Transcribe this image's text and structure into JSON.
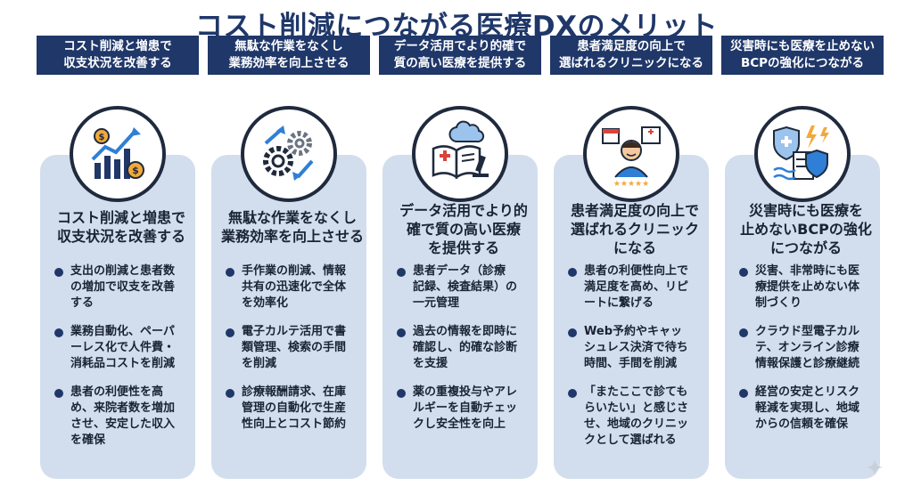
{
  "title": "コスト削減につながる医療DXのメリット",
  "colors": {
    "header_bg": "#1f3769",
    "card_bg": "#d2deed",
    "bullet": "#1f3769"
  },
  "columns": [
    {
      "header": "コスト削減と増患で\n収支状況を改善する",
      "icon": "finance-growth-icon",
      "card_title": "コスト削減と増患で\n収支状況を改善する",
      "bullets": [
        "支出の削減と患者数\nの増加で収支を改善\nする",
        "業務自動化、ペーパ\nーレス化で人件費・\n消耗品コストを削減",
        "患者の利便性を高\nめ、来院者数を増加\nさせ、安定した収入\nを確保"
      ]
    },
    {
      "header": "無駄な作業をなくし\n業務効率を向上させる",
      "icon": "gears-icon",
      "card_title": "無駄な作業をなくし\n業務効率を向上させる",
      "bullets": [
        "手作業の削減、情報\n共有の迅速化で全体\nを効率化",
        "電子カルテ活用で書\n類管理、検索の手間\nを削減",
        "診療報酬請求、在庫\n管理の自動化で生産\n性向上とコスト節約"
      ]
    },
    {
      "header": "データ活用でより的確で\n質の高い医療を提供する",
      "icon": "medical-data-icon",
      "card_title": "データ活用でより的\n確で質の高い医療\nを提供する",
      "bullets": [
        "患者データ（診療\n記録、検査結果）の\n一元管理",
        "過去の情報を即時に\n確認し、的確な診断\nを支援",
        "薬の重複投与やアレ\nルギーを自動チェッ\nクし安全性を向上"
      ]
    },
    {
      "header": "患者満足度の向上で\n選ばれるクリニックになる",
      "icon": "patient-satisfaction-icon",
      "card_title": "患者満足度の向上で\n選ばれるクリニック\nになる",
      "bullets": [
        "患者の利便性向上で\n満足度を高め、リピ\nートに繋げる",
        "Web予約やキャッ\nシュレス決済で待ち\n時間、手間を削減",
        "「またここで診ても\nらいたい」と感じさ\nせ、地域のクリニッ\nクとして選ばれる"
      ]
    },
    {
      "header": "災害時にも医療を止めない\nBCPの強化につながる",
      "icon": "disaster-shield-icon",
      "card_title": "災害時にも医療を\n止めないBCPの強化\nにつながる",
      "bullets": [
        "災害、非常時にも医\n療提供を止めない体\n制づくり",
        "クラウド型電子カル\nテ、オンライン診療\n情報保護と診療継続",
        "経営の安定とリスク\n軽減を実現し、地域\nからの信頼を確保"
      ]
    }
  ]
}
